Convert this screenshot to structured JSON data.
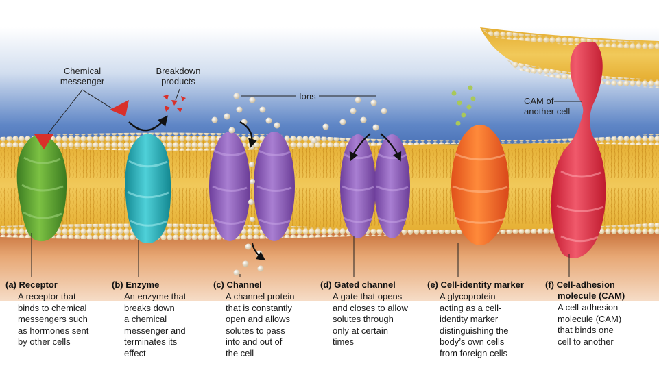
{
  "labels": {
    "chemical_messenger": [
      "Chemical",
      "messenger"
    ],
    "breakdown_products": [
      "Breakdown",
      "products"
    ],
    "ions": "Ions",
    "cam_of_another_cell": [
      "CAM of",
      "another cell"
    ]
  },
  "captions": [
    {
      "title": [
        "(a) Receptor"
      ],
      "desc": "A receptor that\nbinds to chemical\nmessengers such\nas hormones sent\nby other cells"
    },
    {
      "title": [
        "(b) Enzyme"
      ],
      "desc": "An enzyme that\nbreaks down\na chemical\nmessenger and\nterminates its\neffect"
    },
    {
      "title": [
        "(c) Channel"
      ],
      "desc": "A channel protein\nthat is constantly\nopen and allows\nsolutes to pass\ninto and out of\nthe cell"
    },
    {
      "title": [
        "(d) Gated channel"
      ],
      "desc": "A gate that opens\nand closes to allow\nsolutes through\nonly at certain\ntimes"
    },
    {
      "title": [
        "(e) Cell-identity marker"
      ],
      "desc": "A glycoprotein\nacting as a cell-\nidentity marker\ndistinguishing the\nbody’s own cells\nfrom foreign cells"
    },
    {
      "title": [
        "(f) Cell-adhesion",
        "molecule (CAM)"
      ],
      "desc": "A cell-adhesion\nmolecule (CAM)\nthat binds one\ncell to another"
    }
  ],
  "colors": {
    "extracellular_top": "#c9d8ec",
    "extracellular_mid": "#4f7bbf",
    "cytoplasm": "#c8622a",
    "lipid_core": "#e8b339",
    "lipid_head": "#f1e2b6",
    "receptor": "#4f9a2e",
    "enzyme": "#1faab3",
    "channel": "#8e5bb8",
    "identity_marker": "#f0641e",
    "cam": "#d9273c",
    "messenger": "#d9302a"
  }
}
